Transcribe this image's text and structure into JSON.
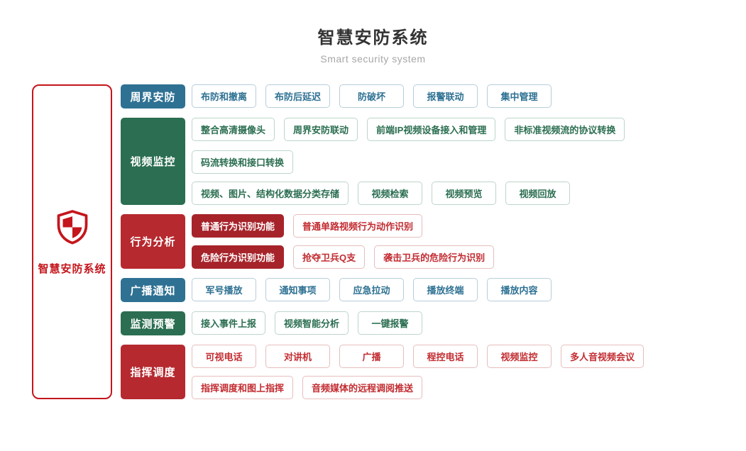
{
  "header": {
    "title": "智慧安防系统",
    "subtitle": "Smart security system"
  },
  "root": {
    "label": "智慧安防系统",
    "icon": "shield-checkered-icon"
  },
  "colors": {
    "blue": "#2e7193",
    "blue_border": "#b7cedb",
    "green": "#2b6e51",
    "green_border": "#bcd6c9",
    "red": "#b6292f",
    "red_dark": "#a6232a",
    "red_text": "#c22c31",
    "red_border": "#e8bdbe",
    "brand_red": "#c4161c",
    "title": "#333333",
    "subtitle": "#a6a6a6"
  },
  "categories": [
    {
      "label": "周界安防",
      "color": "blue",
      "lines": [
        [
          {
            "label": "布防和撤离"
          },
          {
            "label": "布防后延迟"
          },
          {
            "label": "防破坏"
          },
          {
            "label": "报警联动"
          },
          {
            "label": "集中管理"
          }
        ]
      ]
    },
    {
      "label": "视频监控",
      "color": "green",
      "lines": [
        [
          {
            "label": "整合高清摄像头"
          },
          {
            "label": "周界安防联动"
          },
          {
            "label": "前端IP视频设备接入和管理"
          },
          {
            "label": "非标准视频流的协议转换"
          },
          {
            "label": "码流转换和接口转换"
          }
        ],
        [
          {
            "label": "视频、图片、结构化数据分类存储"
          },
          {
            "label": "视频检索"
          },
          {
            "label": "视频预览"
          },
          {
            "label": "视频回放"
          }
        ]
      ]
    },
    {
      "label": "行为分析",
      "color": "red",
      "lines": [
        [
          {
            "label": "普通行为识别功能",
            "filled": true
          },
          {
            "label": "普通单路视频行为动作识别"
          }
        ],
        [
          {
            "label": "危险行为识别功能",
            "filled": true
          },
          {
            "label": "抢夺卫兵Q支"
          },
          {
            "label": "袭击卫兵的危险行为识别"
          }
        ]
      ]
    },
    {
      "label": "广播通知",
      "color": "blue",
      "lines": [
        [
          {
            "label": "军号播放"
          },
          {
            "label": "通知事项"
          },
          {
            "label": "应急拉动"
          },
          {
            "label": "播放终端"
          },
          {
            "label": "播放内容"
          }
        ]
      ]
    },
    {
      "label": "监测预警",
      "color": "green",
      "lines": [
        [
          {
            "label": "接入事件上报"
          },
          {
            "label": "视频智能分析"
          },
          {
            "label": "一键报警"
          }
        ]
      ]
    },
    {
      "label": "指挥调度",
      "color": "red",
      "lines": [
        [
          {
            "label": "可视电话"
          },
          {
            "label": "对讲机"
          },
          {
            "label": "广播"
          },
          {
            "label": "程控电话"
          },
          {
            "label": "视频监控"
          },
          {
            "label": "多人音视频会议"
          }
        ],
        [
          {
            "label": "指挥调度和图上指挥"
          },
          {
            "label": "音频媒体的远程调阅推送"
          }
        ]
      ]
    }
  ]
}
